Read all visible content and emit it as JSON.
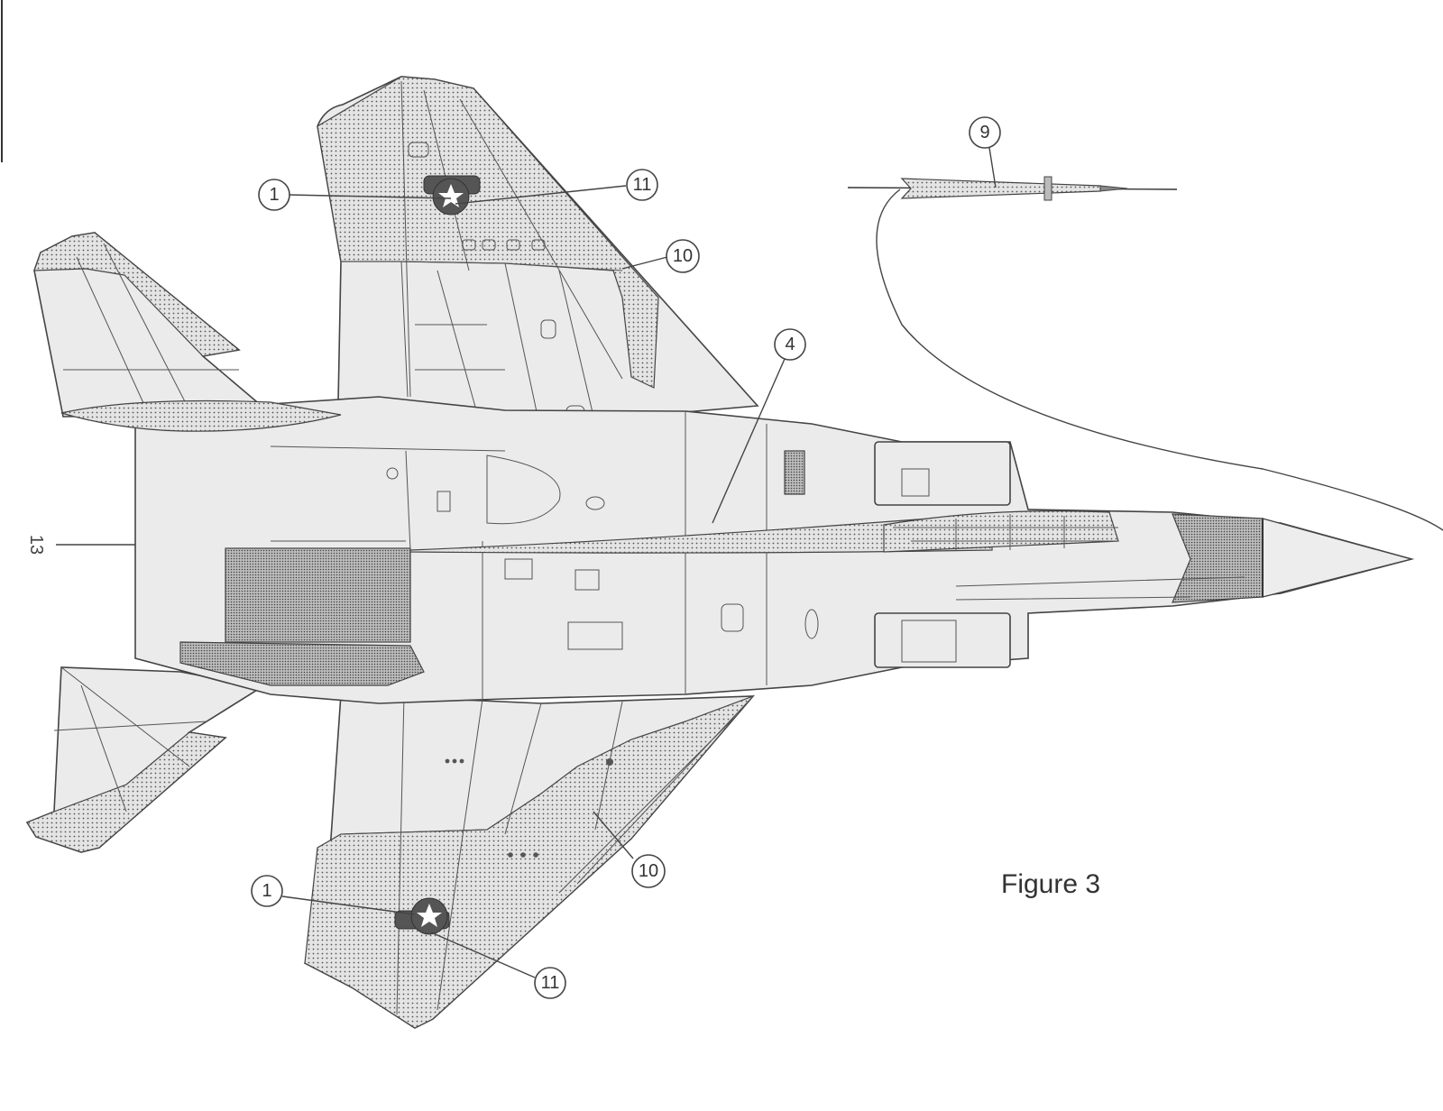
{
  "figure": {
    "label": "Figure 3"
  },
  "side_label": "13",
  "callouts": {
    "c1_upper": "1",
    "c11_upper": "11",
    "c10_upper": "10",
    "c4": "4",
    "c9": "9",
    "c10_lower": "10",
    "c1_lower": "1",
    "c11_lower": "11"
  }
}
